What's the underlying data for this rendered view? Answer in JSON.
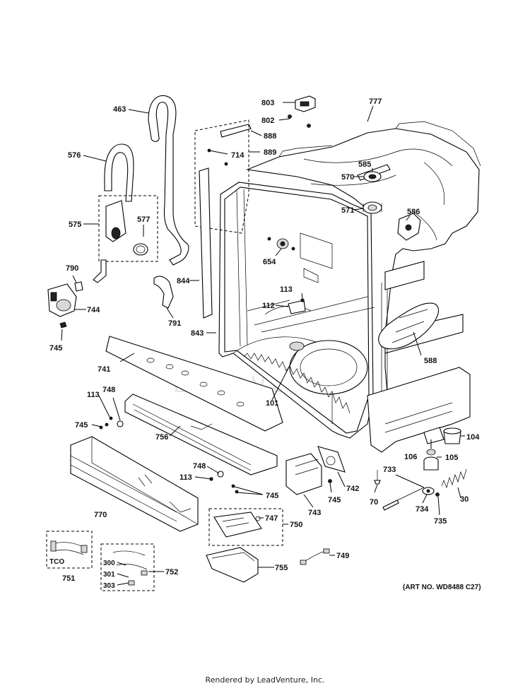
{
  "labels": {
    "p463": "463",
    "p576": "576",
    "p575": "575",
    "p577": "577",
    "p790": "790",
    "p744": "744",
    "p745a": "745",
    "p791": "791",
    "p844": "844",
    "p843": "843",
    "p803": "803",
    "p802": "802",
    "p888": "888",
    "p714": "714",
    "p889": "889",
    "p777": "777",
    "p585": "585",
    "p570": "570",
    "p571": "571",
    "p586": "586",
    "p654": "654",
    "p113a": "113",
    "p112": "112",
    "p588": "588",
    "p741": "741",
    "p101": "101",
    "p748a": "748",
    "p113b": "113",
    "p745b": "745",
    "p756": "756",
    "p104": "104",
    "p106": "106",
    "p105": "105",
    "p733": "733",
    "p30": "30",
    "p748b": "748",
    "p113c": "113",
    "p745c": "745",
    "p742": "742",
    "p745d": "745",
    "p70": "70",
    "p734": "734",
    "p735": "735",
    "p770": "770",
    "p743": "743",
    "p747": "747",
    "p750": "750",
    "p749": "749",
    "p755": "755",
    "p751": "751",
    "ptco": "TCO",
    "p300": "300",
    "p301": "301",
    "p303": "303",
    "p752": "752"
  },
  "art_number": "(ART NO. WD8488 C27)",
  "watermark": "LEADVENTURE",
  "footer": "Rendered by LeadVenture, Inc."
}
